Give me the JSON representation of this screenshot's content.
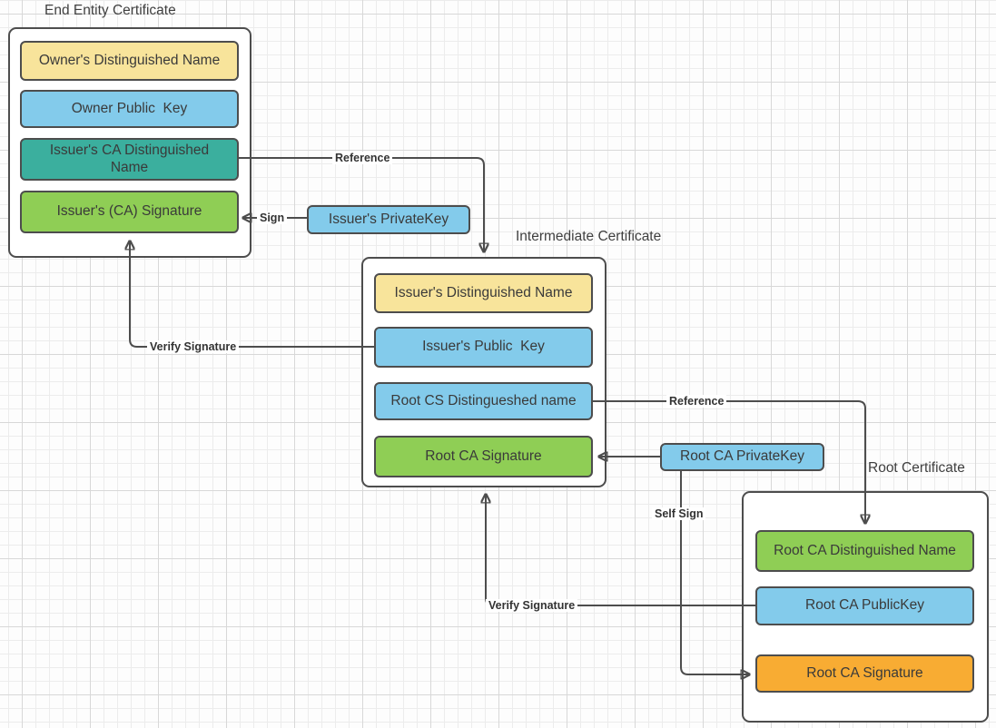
{
  "titles": {
    "end_entity": "End Entity Certificate",
    "intermediate": "Intermediate Certificate",
    "root": "Root Certificate"
  },
  "nodes": {
    "owner_dn": "Owner's Distinguished Name",
    "owner_pub": "Owner Public  Key",
    "issuer_ca_dn": "Issuer's CA Distinguished\nName",
    "issuer_sig": "Issuer's (CA) Signature",
    "issuer_private_key": "Issuer's PrivateKey",
    "int_issuer_dn": "Issuer's Distinguished Name",
    "int_issuer_pub": "Issuer's Public  Key",
    "int_root_cs_dn": "Root CS Distingueshed name",
    "int_root_sig": "Root CA Signature",
    "root_private_key": "Root CA PrivateKey",
    "root_dn": "Root CA Distinguished Name",
    "root_pub": "Root CA PublicKey",
    "root_sig": "Root CA Signature"
  },
  "wire_labels": {
    "reference_1": "Reference",
    "sign": "Sign",
    "verify_1": "Verify Signature",
    "reference_2": "Reference",
    "self_sign": "Self Sign",
    "verify_2": "Verify Signature"
  },
  "colors": {
    "yellow": "#F8E49B",
    "blue": "#83CBEB",
    "teal": "#3BAF9E",
    "green": "#8FCE55",
    "orange": "#F8AC33",
    "outline": "#4D4D4D",
    "wire": "#4D4D4D",
    "text": "#3A3A3A"
  }
}
